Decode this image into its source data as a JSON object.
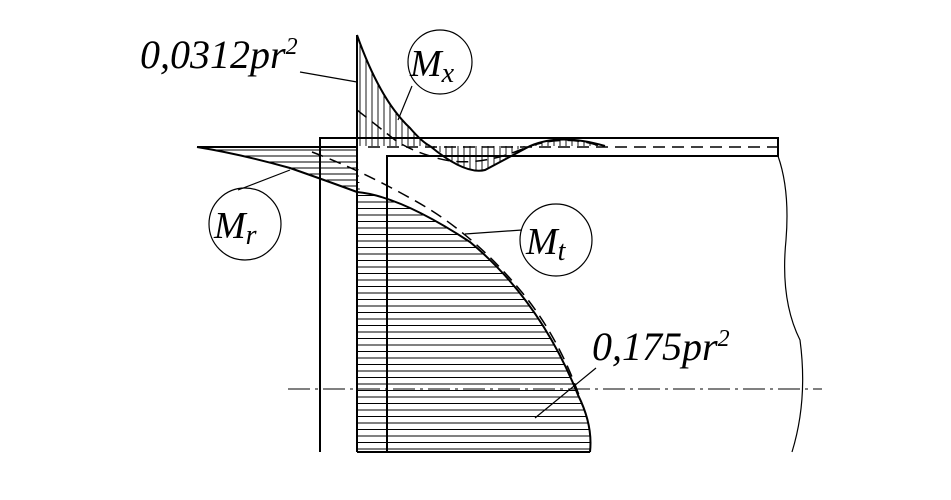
{
  "annotations": {
    "top_value": {
      "main": "0,0312pr",
      "sup": "2"
    },
    "bottom_value": {
      "main": "0,175pr",
      "sup": "2"
    }
  },
  "moments": {
    "mx": {
      "symbol": "M",
      "sub": "x"
    },
    "mr": {
      "symbol": "M",
      "sub": "r"
    },
    "mt": {
      "symbol": "M",
      "sub": "t"
    }
  },
  "colors": {
    "line": "#000000",
    "background": "#ffffff"
  }
}
